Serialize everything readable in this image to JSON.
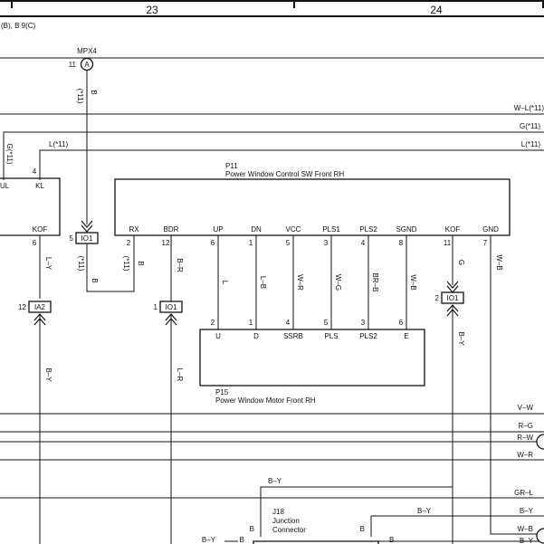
{
  "header": {
    "col_23": "23",
    "col_24": "24",
    "ref": "(B), B 9(C)"
  },
  "mpx4": {
    "name": "MPX4",
    "pin": "11",
    "letter": "A",
    "wire_color": "B",
    "wire_tag": "(*11)"
  },
  "buses": {
    "wl": "W–L(*11)",
    "g": "G(*11)",
    "l_right": "L(*11)",
    "l_left": "L(*11)",
    "g_left": "G(*11)"
  },
  "left_module": {
    "pin_ul": "UL",
    "pin_kl": "KL",
    "pin_kl_num": "4",
    "pin_kof": "KOF",
    "pin_kof_num": "6",
    "wire_kof": "L–Y"
  },
  "p11": {
    "id": "P11",
    "name": "Power Window Control SW Front RH",
    "pins": [
      {
        "label": "RX",
        "num": "2"
      },
      {
        "label": "BDR",
        "num": "12"
      },
      {
        "label": "UP",
        "num": "6"
      },
      {
        "label": "DN",
        "num": "1"
      },
      {
        "label": "VCC",
        "num": "5"
      },
      {
        "label": "PLS1",
        "num": "3"
      },
      {
        "label": "PLS2",
        "num": "4"
      },
      {
        "label": "SGND",
        "num": "8"
      },
      {
        "label": "KOF",
        "num": "11"
      },
      {
        "label": "GND",
        "num": "7"
      }
    ]
  },
  "p15": {
    "id": "P15",
    "name": "Power Window Motor Front RH",
    "pins": [
      {
        "label": "U",
        "num": "2"
      },
      {
        "label": "D",
        "num": "1"
      },
      {
        "label": "SSRB",
        "num": "4"
      },
      {
        "label": "PLS",
        "num": "5"
      },
      {
        "label": "PLS2",
        "num": "3"
      },
      {
        "label": "E",
        "num": "6"
      }
    ]
  },
  "wires_p11_p15": [
    "L",
    "L–B",
    "W–R",
    "W–G",
    "BR–B",
    "W–B"
  ],
  "rx_wire": {
    "color": "B",
    "tag": "(*11)"
  },
  "io1_left": {
    "pin": "5",
    "name": "IO1",
    "wire_color": "B",
    "wire_tag": "(*11)"
  },
  "ia2": {
    "pin": "12",
    "name": "IA2",
    "wire_below": "B–Y"
  },
  "io1_bdr": {
    "pin": "1",
    "name": "IO1",
    "wire_above": "B–R",
    "wire_below": "L–R"
  },
  "io1_kof": {
    "pin": "2",
    "name": "IO1",
    "wire_above": "G",
    "wire_below": "B–Y"
  },
  "gnd_wire": "W–B",
  "right_wires": {
    "vw": "V–W",
    "rg": "R–G",
    "rw": "R–W",
    "wr": "W–R",
    "grl": "GR–L",
    "by_top": "B–Y",
    "wb": "W–B",
    "by_bottom": "B–Y"
  },
  "j18": {
    "id": "J18",
    "line1": "Junction",
    "line2": "Connector",
    "pin_left": "B",
    "pin_right": "B",
    "by_mid": "B–Y",
    "by_left": "B–Y",
    "by_right": "B–Y",
    "pin_outer": "B"
  }
}
